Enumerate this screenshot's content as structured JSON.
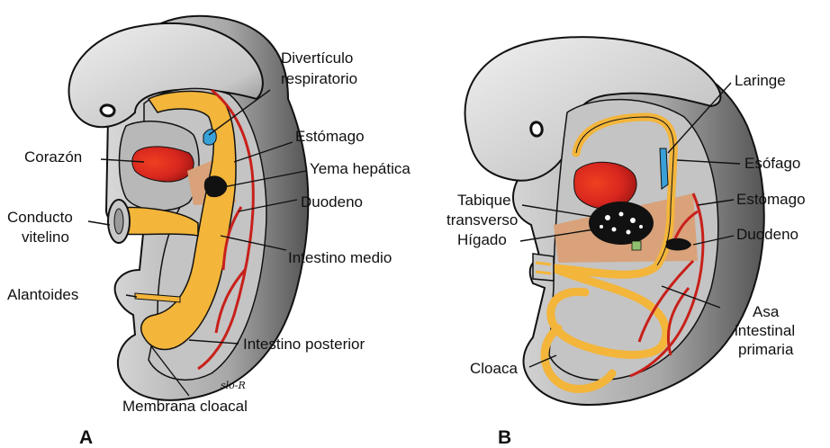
{
  "panels": {
    "a": {
      "letter": "A",
      "labels": {
        "diverticulo_1": "Divertículo",
        "diverticulo_2": "respiratorio",
        "estomago": "Estómago",
        "corazon": "Corazón",
        "yema_hepatica": "Yema hepática",
        "duodeno": "Duodeno",
        "conducto_1": "Conducto",
        "conducto_2": "vitelino",
        "intestino_medio": "Intestino medio",
        "alantoides": "Alantoides",
        "intestino_posterior": "Intestino posterior",
        "membrana_cloacal": "Membrana cloacal"
      },
      "signature": "slo-R"
    },
    "b": {
      "letter": "B",
      "labels": {
        "laringe": "Laringe",
        "esofago": "Esófago",
        "tabique_1": "Tabique",
        "tabique_2": "transverso",
        "estomago": "Estómago",
        "higado": "Hígado",
        "duodeno": "Duodeno",
        "asa_1": "Asa",
        "asa_2": "intestinal",
        "asa_3": "primaria",
        "cloaca": "Cloaca"
      }
    }
  },
  "colors": {
    "ectoderm_light": "#e8e8e8",
    "body_gray": "#b8b8b8",
    "body_dark": "#6e6e6e",
    "gut_yellow": "#f3b53a",
    "heart_red": "#d8271f",
    "vessel_red": "#c8201a",
    "septum_tan": "#d9a27a",
    "resp_blue": "#3aa0d8",
    "liver_black": "#111111"
  }
}
